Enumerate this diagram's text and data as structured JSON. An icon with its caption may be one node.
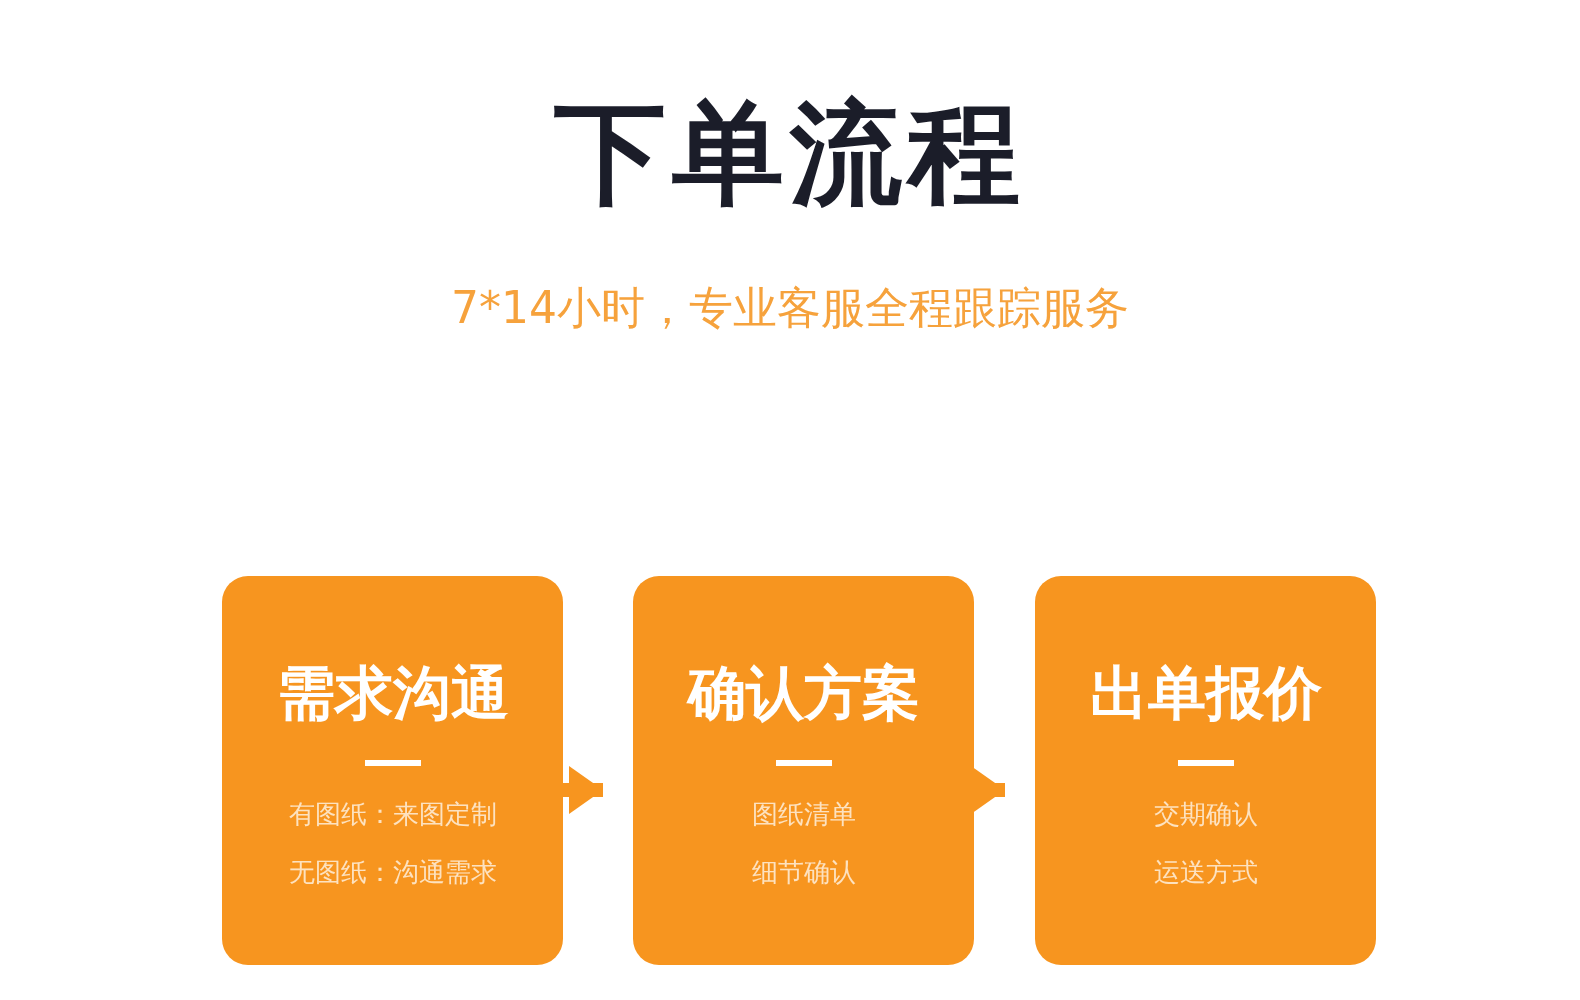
{
  "diagram": {
    "title": "下单流程",
    "nodes": [
      {
        "text": [
          "需求沟通",
          "有图纸：来图定制",
          "无图纸：沟通需求"
        ]
      },
      {
        "text": [
          "确认方案",
          "图纸清单",
          "细节确认"
        ]
      },
      {
        "text": [
          "出单报价",
          "交期确认",
          "运送方式"
        ]
      }
    ],
    "edges": [
      {
        "from": 0,
        "to": 1,
        "arrow": "to"
      },
      {
        "from": 1,
        "to": 2,
        "arrow": "to"
      }
    ],
    "labels": [
      "7*14小时，专业客服全程跟踪服务"
    ]
  }
}
